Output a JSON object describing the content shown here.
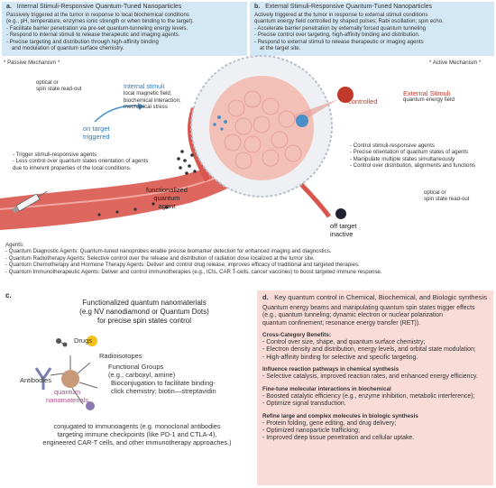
{
  "panel_a": {
    "letter": "a.",
    "title": "Internal Stimuli-Responsive Quantum-Tuned Nanoparticles",
    "lines": [
      "Passively triggered at the tumor in response to local biochemical conditions",
      "(e.g., pH, temperature, enzymes ionic strength or when binding to the target).",
      "- Facilitate barrier penetration via pre-set quantum-tunneling energy levels.",
      "- Respond to internal stimuli to release therapeutic and imaging agents.",
      "- Precise targeting and distribution through high-affinity binding",
      "  and modulation of quantum surface chemistry."
    ]
  },
  "panel_b": {
    "letter": "b.",
    "title": "External Stimuli-Responsive Quantum-Tuned Nanoparticles",
    "lines": [
      "Actively triggered at the tumor in response to external stimuli conditions",
      "quantum energy field controlled by shaped pulses; Rabi oscillation; spin echo.",
      "- Accelerate barrier penetration by externally forced quantum tunneling",
      "- Precise control over targeting, high-affinity binding and distribution.",
      "- Respond to external stimuli to release therapeutic or imaging agents",
      "  at the target site."
    ]
  },
  "mechanisms": {
    "passive": "* Passive Mechanism *",
    "active": "* Active Mechanism *"
  },
  "left_side": {
    "readout": [
      "optical or",
      "spin state read-out"
    ],
    "on_target": [
      "on target",
      "triggered"
    ],
    "bullets": [
      "- Trigger stimuli-responsive agents",
      "- Less control over quantum states orientation of agents",
      "due to inherent properties of the local conditions."
    ]
  },
  "internal": {
    "title": "Internal stimuli",
    "lines": [
      "local magnetic field;",
      "biochemical interaction;",
      "mechanical stress"
    ]
  },
  "external": {
    "controlled": "controlled",
    "title": "External Stimuli",
    "subtitle": "quantum energy field",
    "bullets": [
      "- Control stimuli-responsive agents",
      "- Precise orientation of quantum states of agents",
      "- Manipulate multiple states simultaneously",
      "- Control over distribution, alignments and functions"
    ],
    "readout": [
      "optical or",
      "spin state read-out"
    ]
  },
  "center": {
    "agent": [
      "functionalized",
      "quantum",
      "agent"
    ],
    "off_target": [
      "off target",
      "inactive"
    ]
  },
  "agents": {
    "heading": "Agents:",
    "lines": [
      "- Quantum Diagnostic Agents: Quantum-tuned nanoprobes enable precise biomarker detection for enhanced imaging and diagnostics.",
      "- Quantum Radiotherapy Agents: Selective control over the release and distribution of radiation dose localized at the tumor site.",
      "- Quantum Chemotherapy and Hormone Therapy Agents: Deliver and control drug release, improves efficacy of traditional and targeted therapies.",
      "- Quantum Immunotherapeutic Agents: Deliver and control immunotherapies (e.g., ICIs, CAR T-cells, cancer vaccines) to boost targeted immune response."
    ]
  },
  "panel_c": {
    "letter": "c.",
    "title": [
      "Functionalized quantum nanomaterials",
      "(e.g NV nanodiamond or Quantum Dots)",
      "for precise spin states control"
    ],
    "drugs": "Drugs",
    "radioisotopes": "Radioisotopes",
    "antibodies": "Antibodies",
    "qn": [
      "quantum",
      "nanomaterials"
    ],
    "functional": [
      "Functional Groups",
      "(e.g., carboxyl, amine)"
    ],
    "bio": [
      "Bioconjugation to facilitate binding-",
      "click chemistry; biotin—streptavidin"
    ],
    "conj": [
      "conjugated to immunoagents (e.g. monoclonal antibodies",
      "targeting immune checkpoints (like PD-1 and CTLA-4),",
      "engineered CAR-T cells, and other immunotherapy approaches.)"
    ]
  },
  "panel_d": {
    "letter": "d.",
    "title": "Key quantum control in Chemical, Biochemical, and Biologic synthesis",
    "intro": [
      "Quantum energy beams and manipulating quantum spin states trigger effects",
      "(e.g., quantum tunneling; dynamic electron or nuclear polarization",
      "quantum confinement; resonance energy transfer (RET))."
    ],
    "sections": [
      {
        "heading": "Cross-Category Benefits:",
        "lines": [
          "- Control over size, shape, and quantum surface chemistry;",
          "- Electron density and distribution, energy levels, and orbital state modulation;",
          "- High-affinity binding for selective and specific targeting."
        ]
      },
      {
        "heading": "Influence reaction pathways in chemical synthesis",
        "lines": [
          "- Selective catalysis, improved reaction rates, and enhanced energy efficiency."
        ]
      },
      {
        "heading": "Fine-tune molecular interactions in biochemical",
        "lines": [
          "- Boosted catalytic efficiency (e.g., enzyme inhibition, metabolic interference);",
          "- Optimize signal transduction."
        ]
      },
      {
        "heading": "Refine large and complex molecules in biologic synthesis",
        "lines": [
          "- Protein folding, gene editing, and drug delivery;",
          "- Optimized nanoparticle trafficking;",
          "- Improved deep tissue penetration and cellular uptake."
        ]
      }
    ]
  },
  "colors": {
    "panel_blue": "#d4e7f4",
    "panel_pink": "#f9dcd7",
    "vessel": "#d9554d",
    "accent_red": "#c0392b",
    "accent_blue": "#4a90c8"
  }
}
